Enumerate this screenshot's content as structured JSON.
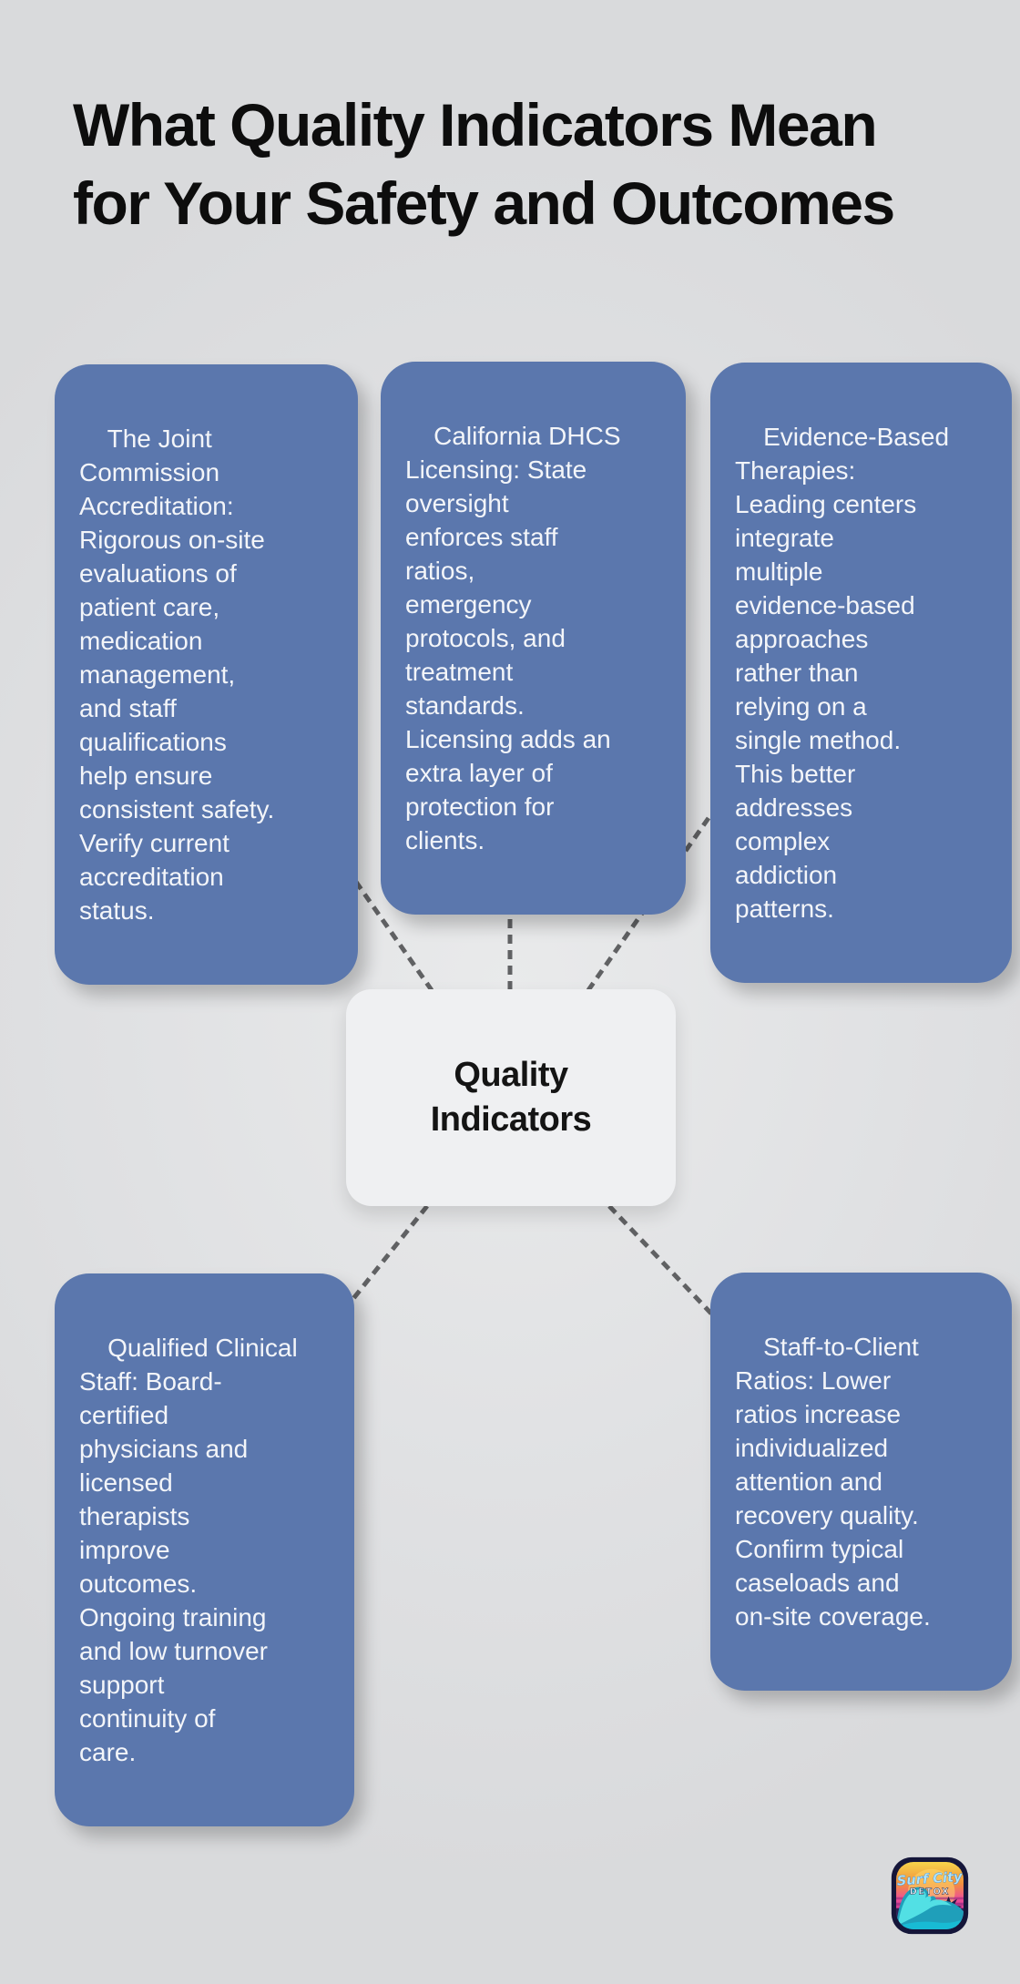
{
  "title": "What Quality Indicators Mean\nfor Your Safety and Outcomes",
  "center": {
    "label": "Quality\nIndicators"
  },
  "nodes": [
    {
      "id": "joint-commission-accreditation",
      "text": "The Joint\nCommission\nAccreditation:\nRigorous on-site\nevaluations of\npatient care,\nmedication\nmanagement,\nand staff\nqualifications\nhelp ensure\nconsistent safety.\nVerify current\naccreditation\nstatus."
    },
    {
      "id": "california-dhcs-licensing",
      "text": "California DHCS\nLicensing: State\noversight\nenforces staff\nratios,\nemergency\nprotocols, and\ntreatment\nstandards.\nLicensing adds an\nextra layer of\nprotection for\nclients."
    },
    {
      "id": "evidence-based-therapies",
      "text": "Evidence-Based\nTherapies:\nLeading centers\nintegrate\nmultiple\nevidence-based\napproaches\nrather than\nrelying on a\nsingle method.\nThis better\naddresses\ncomplex\naddiction\npatterns."
    },
    {
      "id": "qualified-clinical-staff",
      "text": "Qualified Clinical\nStaff: Board-\ncertified\nphysicians and\nlicensed\ntherapists\nimprove\noutcomes.\nOngoing training\nand low turnover\nsupport\ncontinuity of\ncare."
    },
    {
      "id": "staff-to-client-ratios",
      "text": "Staff-to-Client\nRatios: Lower\nratios increase\nindividualized\nattention and\nrecovery quality.\nConfirm typical\ncaseloads and\non-site coverage."
    }
  ],
  "logo": {
    "brand_line1": "Surf City",
    "brand_line2": "DETOX"
  },
  "colors": {
    "background": "#e0e1e3",
    "node_fill": "#5b77ad",
    "node_text": "#f3f5f9",
    "center_fill": "#eff0f2",
    "center_text": "#141414",
    "connector": "#606163",
    "title_text": "#0d0d0d"
  }
}
